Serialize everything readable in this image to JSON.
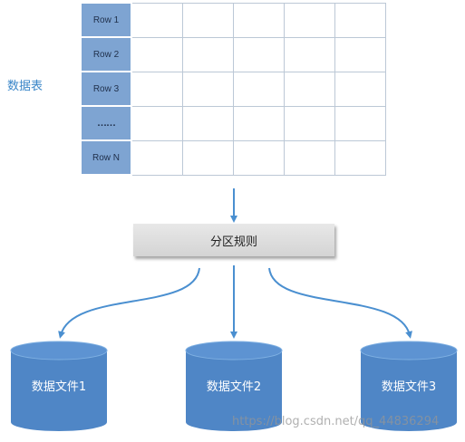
{
  "table": {
    "label": "数据表",
    "rows": [
      "Row 1",
      "Row 2",
      "Row 3",
      "……",
      "Row N"
    ]
  },
  "rule": "分区规则",
  "files": [
    "数据文件1",
    "数据文件2",
    "数据文件3"
  ],
  "watermark": "https://blog.csdn.net/qq_44836294",
  "colors": {
    "header_fill": "#7ea4d2",
    "cylinder": "#4f86c6",
    "arrow": "#4a8fd0"
  }
}
